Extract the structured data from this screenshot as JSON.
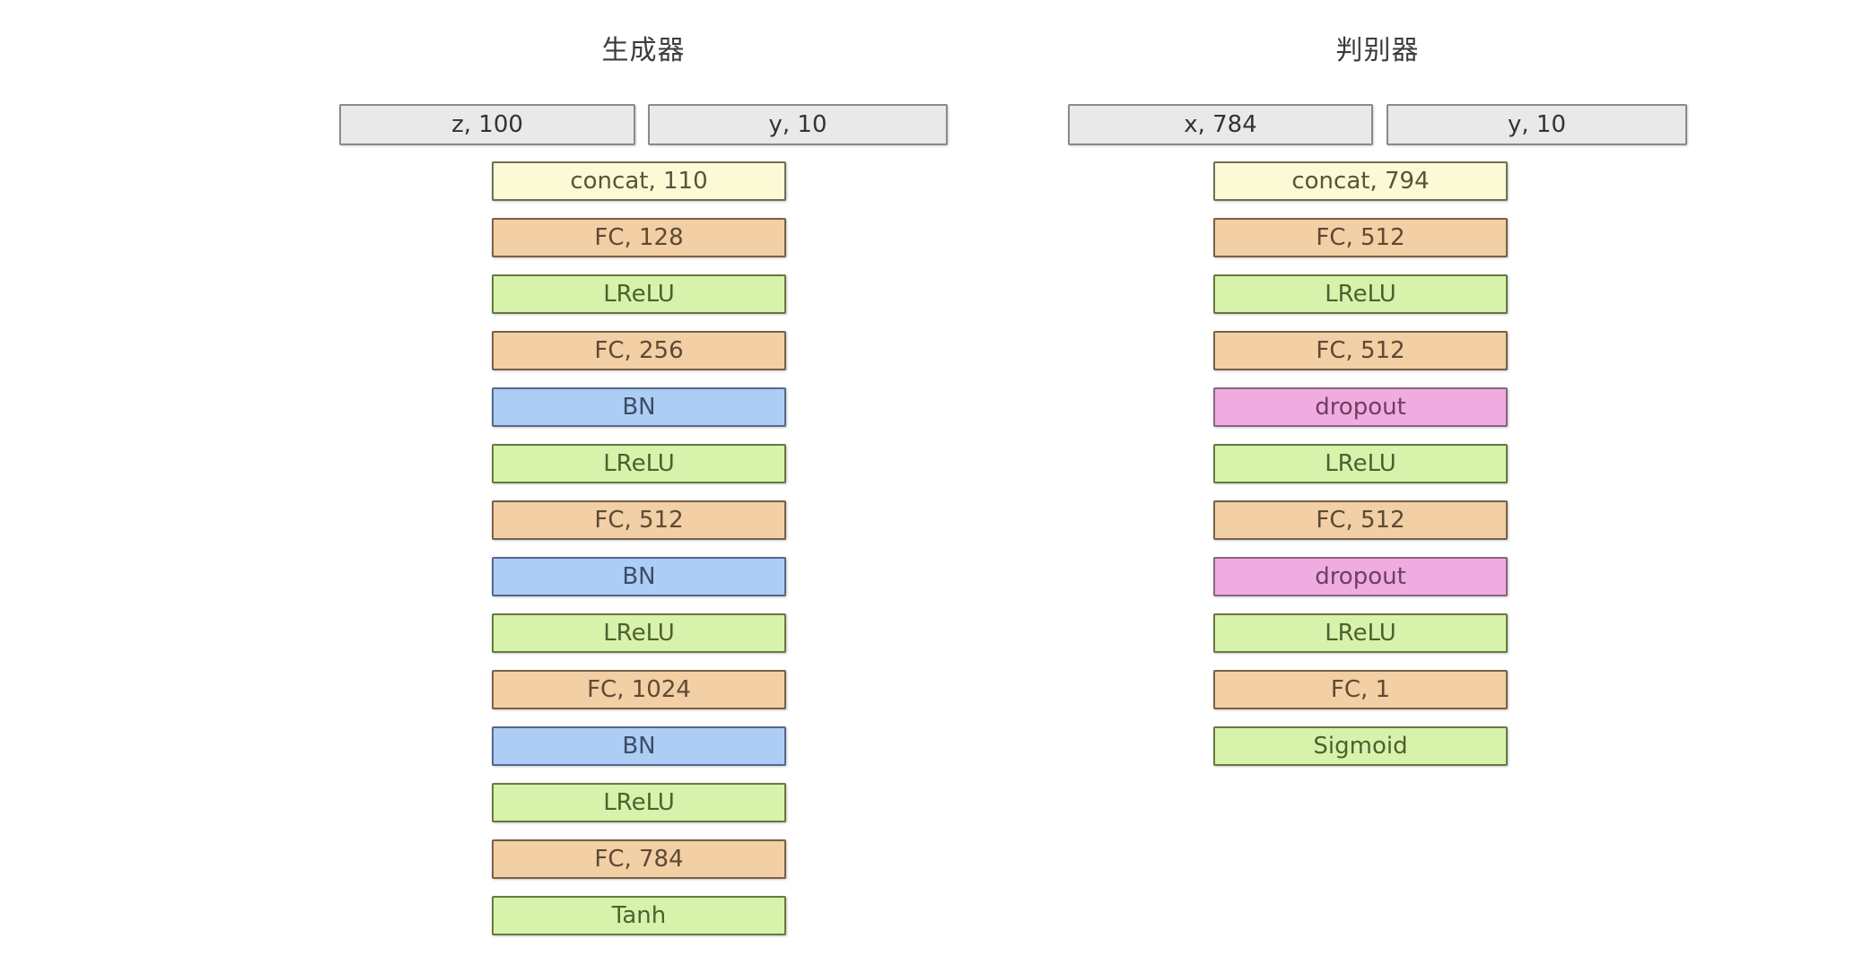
{
  "diagram": {
    "title_text_generator": "生成器",
    "title_text_discriminator": "判别器",
    "palette": {
      "background": "#ffffff",
      "input_fill": "#e9e9e9",
      "input_border": "#8a8a8a",
      "concat_fill": "#fcfad5",
      "concat_border": "#6f6f55",
      "fc_fill": "#f2cfa4",
      "fc_border": "#7a6047",
      "activation_fill": "#d7f3ab",
      "activation_border": "#67793f",
      "batchnorm_fill": "#aecdf5",
      "batchnorm_border": "#55688a",
      "dropout_fill": "#f0ace0",
      "dropout_border": "#8a6580"
    }
  },
  "columns": [
    {
      "id": "generator",
      "title": "生成器",
      "inputs": [
        {
          "label": "z, 100"
        },
        {
          "label": "y, 10"
        }
      ],
      "layers": [
        {
          "label": "concat, 110",
          "type": "concat"
        },
        {
          "label": "FC, 128",
          "type": "fc"
        },
        {
          "label": "LReLU",
          "type": "act"
        },
        {
          "label": "FC, 256",
          "type": "fc"
        },
        {
          "label": "BN",
          "type": "bn"
        },
        {
          "label": "LReLU",
          "type": "act"
        },
        {
          "label": "FC, 512",
          "type": "fc"
        },
        {
          "label": "BN",
          "type": "bn"
        },
        {
          "label": "LReLU",
          "type": "act"
        },
        {
          "label": "FC, 1024",
          "type": "fc"
        },
        {
          "label": "BN",
          "type": "bn"
        },
        {
          "label": "LReLU",
          "type": "act"
        },
        {
          "label": "FC, 784",
          "type": "fc"
        },
        {
          "label": "Tanh",
          "type": "act"
        }
      ]
    },
    {
      "id": "discriminator",
      "title": "判别器",
      "inputs": [
        {
          "label": "x, 784"
        },
        {
          "label": "y, 10"
        }
      ],
      "layers": [
        {
          "label": "concat, 794",
          "type": "concat"
        },
        {
          "label": "FC, 512",
          "type": "fc"
        },
        {
          "label": "LReLU",
          "type": "act"
        },
        {
          "label": "FC, 512",
          "type": "fc"
        },
        {
          "label": "dropout",
          "type": "dropout"
        },
        {
          "label": "LReLU",
          "type": "act"
        },
        {
          "label": "FC, 512",
          "type": "fc"
        },
        {
          "label": "dropout",
          "type": "dropout"
        },
        {
          "label": "LReLU",
          "type": "act"
        },
        {
          "label": "FC, 1",
          "type": "fc"
        },
        {
          "label": "Sigmoid",
          "type": "act"
        }
      ]
    }
  ]
}
